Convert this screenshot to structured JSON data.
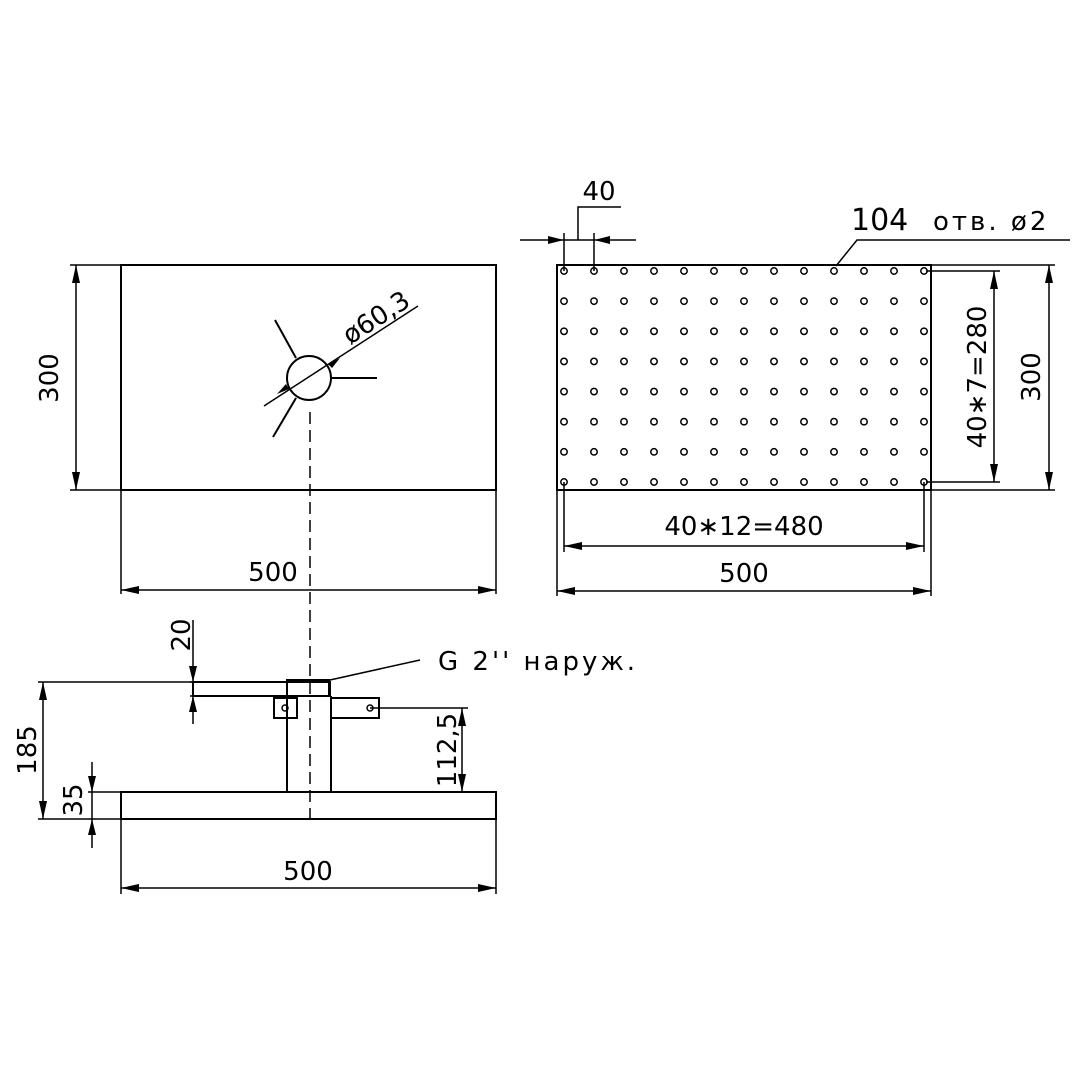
{
  "top_view": {
    "height_label": "300",
    "width_label": "500",
    "diameter_label": "ø60,3"
  },
  "holes_view": {
    "pitch_label": "40",
    "holes_count": "104",
    "holes_note": "отв. ø2",
    "vertical_pitch_label": "40∗7=280",
    "height_label": "300",
    "horizontal_pitch_label": "40∗12=480",
    "width_label": "500",
    "hole_columns": 13,
    "hole_rows": 8
  },
  "side_view": {
    "plate_thickness_label": "20",
    "thread_label": "G 2'' наруж.",
    "total_height_label": "185",
    "base_height_label": "35",
    "arm_height_label": "112,5",
    "width_label": "500"
  }
}
